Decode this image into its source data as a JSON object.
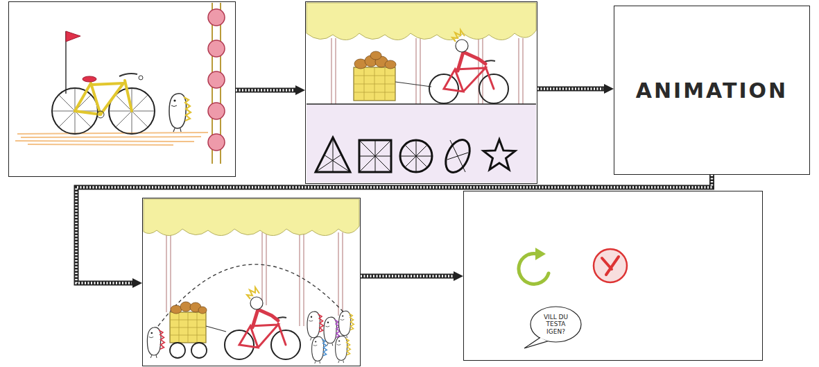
{
  "diagram": {
    "nodes": [
      {
        "text": []
      },
      {
        "text": []
      },
      {
        "text": [
          "ANIMATION"
        ]
      },
      {
        "text": []
      },
      {
        "text": []
      },
      {
        "text": [
          "VILL DU TESTA IGEN?"
        ],
        "in": 4
      }
    ],
    "edges": [
      {
        "from": 0,
        "to": 1,
        "arrow": "to"
      },
      {
        "from": 1,
        "to": 2,
        "arrow": "to"
      },
      {
        "from": 2,
        "to": 3,
        "arrow": "to"
      },
      {
        "from": 3,
        "to": 4,
        "arrow": "to"
      }
    ]
  }
}
